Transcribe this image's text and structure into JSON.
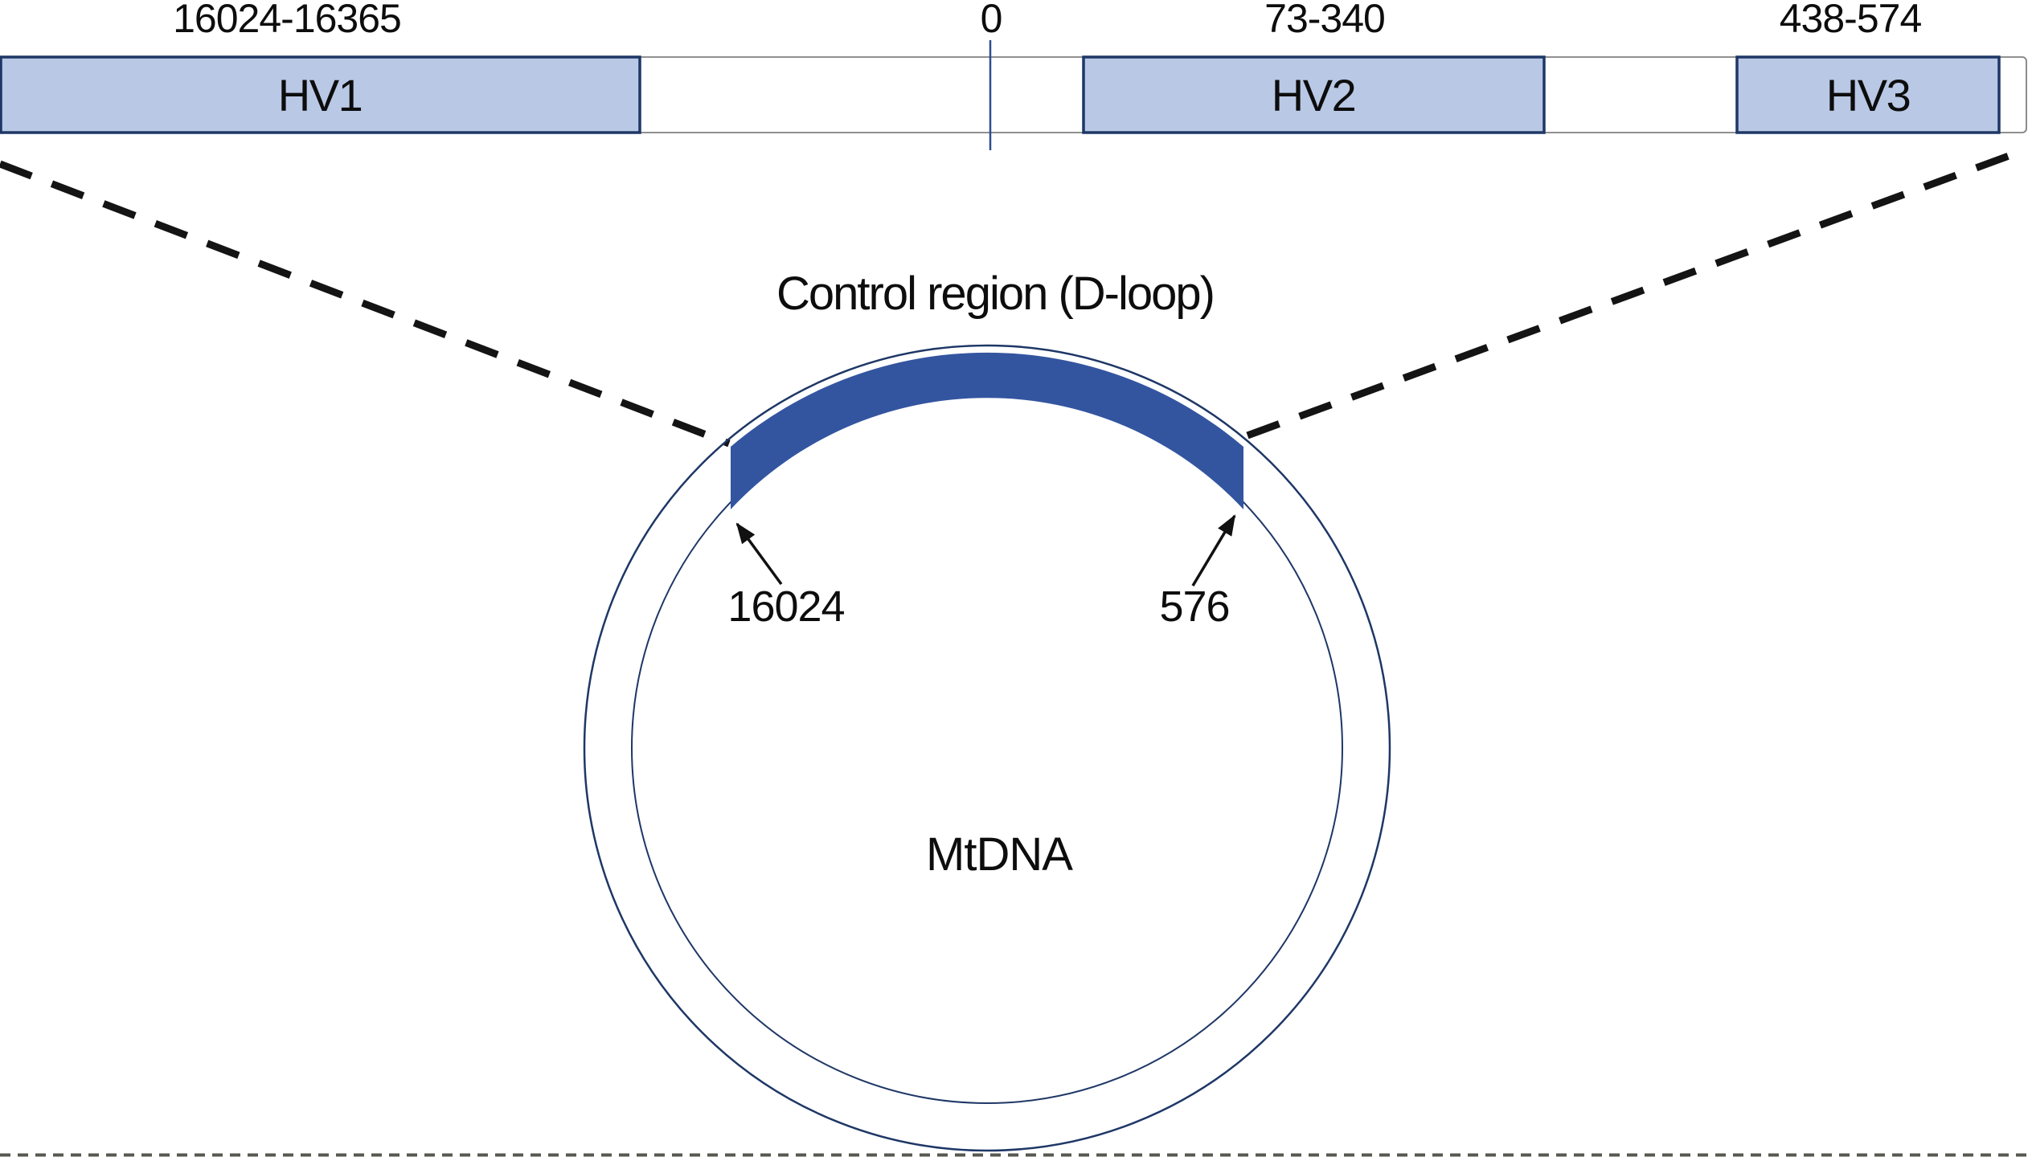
{
  "figure": {
    "title": "Control region (D-loop)",
    "bar": {
      "origin_label": "0",
      "regions": [
        {
          "label": "HV1",
          "range_label": "16024-16365"
        },
        {
          "label": "HV2",
          "range_label": "73-340"
        },
        {
          "label": "HV3",
          "range_label": "438-574"
        }
      ]
    },
    "circle": {
      "label": "MtDNA",
      "start_position_label": "16024",
      "end_position_label": "576"
    },
    "colors": {
      "band_fill": "#3355a0",
      "hv_box_fill": "#b9c8e5",
      "navy_outline": "#1e3766",
      "tick_blue": "#2e4d8e",
      "bar_line_gray": "#808080",
      "dash_black": "#141414",
      "arrow_black": "#111111",
      "bottom_edge_gray": "#3c3c34",
      "text": "#0d0d0d"
    }
  }
}
